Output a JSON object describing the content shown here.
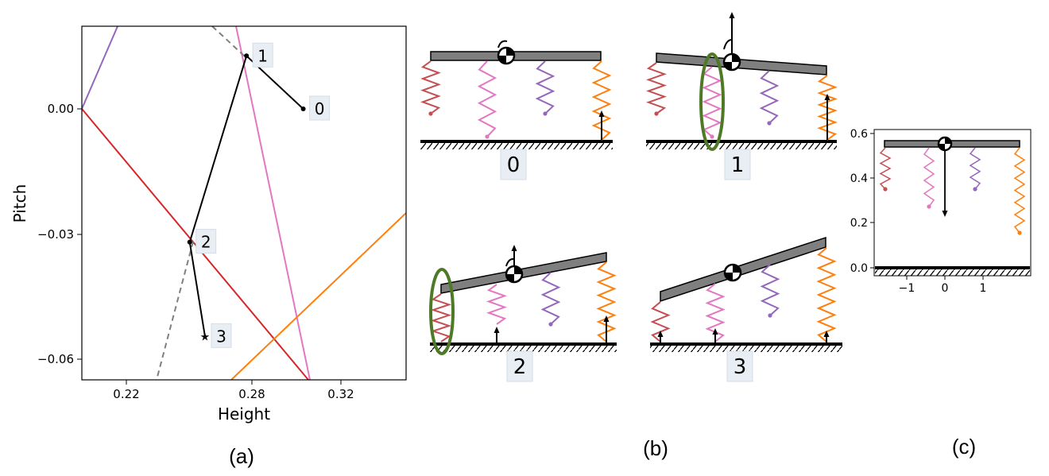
{
  "panel_a": {
    "ylabel": "Pitch",
    "xlabel": "Height",
    "xticks": [
      "0.22",
      "0.28",
      "0.32"
    ],
    "yticks": [
      "0.00",
      "−0.03",
      "−0.06"
    ],
    "points": [
      {
        "label": "0",
        "height": 0.303,
        "pitch": 0.0
      },
      {
        "label": "1",
        "height": 0.277,
        "pitch": 0.0127
      },
      {
        "label": "2",
        "height": 0.251,
        "pitch": -0.0319
      },
      {
        "label": "3",
        "height": 0.258,
        "pitch": -0.0545
      }
    ],
    "line_colors": {
      "purple": "#9467bd",
      "red": "#d62728",
      "pink": "#e377c2",
      "orange": "#ff7f0e",
      "dashed": "#7f7f7f"
    },
    "panel_label": "(a)"
  },
  "panel_b": {
    "frames": [
      "0",
      "1",
      "2",
      "3"
    ],
    "highlight_color": "#4e7a27",
    "panel_label": "(b)"
  },
  "panel_c": {
    "yticks": [
      "0.6",
      "0.4",
      "0.2",
      "0.0"
    ],
    "xticks": [
      "−1",
      "0",
      "1"
    ],
    "panel_label": "(c)"
  },
  "spring_colors": [
    "#c44e52",
    "#e377c2",
    "#9467bd",
    "#ff7f0e"
  ],
  "beam_color": "#7f7f7f"
}
